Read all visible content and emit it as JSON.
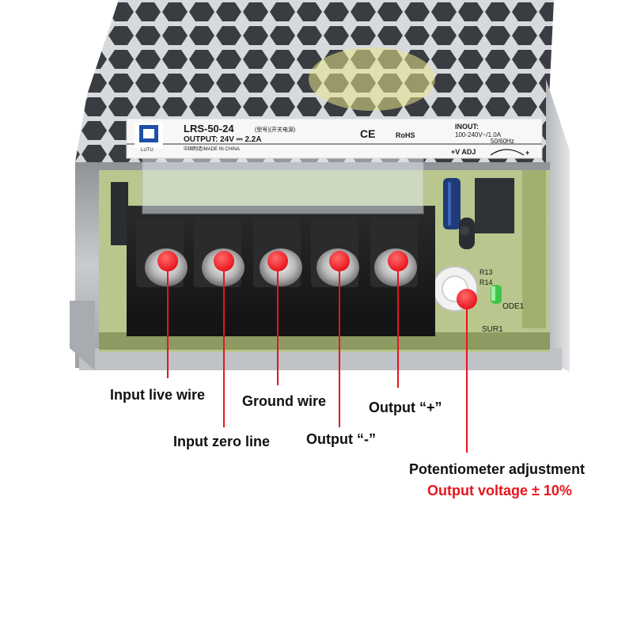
{
  "product_label": {
    "model": "LRS-50-24",
    "model_note": "(型号)(开关电源)",
    "output": "OUTPUT: 24V  ⎓  2.2A",
    "origin": "中国制造/MADE IN CHINA",
    "ce": "CE",
    "rohs": "RoHS",
    "input_title": "INOUT:",
    "input_spec": "100-240V~/1.0A",
    "input_freq": "50/60Hz",
    "adj_label": "+V ADJ",
    "adj_plus": "+",
    "logo_text": "LUTU"
  },
  "pcb_labels": {
    "sur1": "SUR1",
    "ode1": "ODE1",
    "r13": "R13",
    "r14": "R14"
  },
  "callouts": {
    "input_live": "Input live wire",
    "input_zero": "Input zero line",
    "ground": "Ground wire",
    "output_minus": "Output “-”",
    "output_plus": "Output “+”",
    "potentiometer": "Potentiometer adjustment",
    "voltage_range": "Output voltage ± 10%"
  },
  "colors": {
    "accent_red": "#e8141c",
    "housing_grey": "#c9ccd0",
    "terminal_black": "#1c1c1c",
    "pcb_green": "#b9c78e"
  }
}
